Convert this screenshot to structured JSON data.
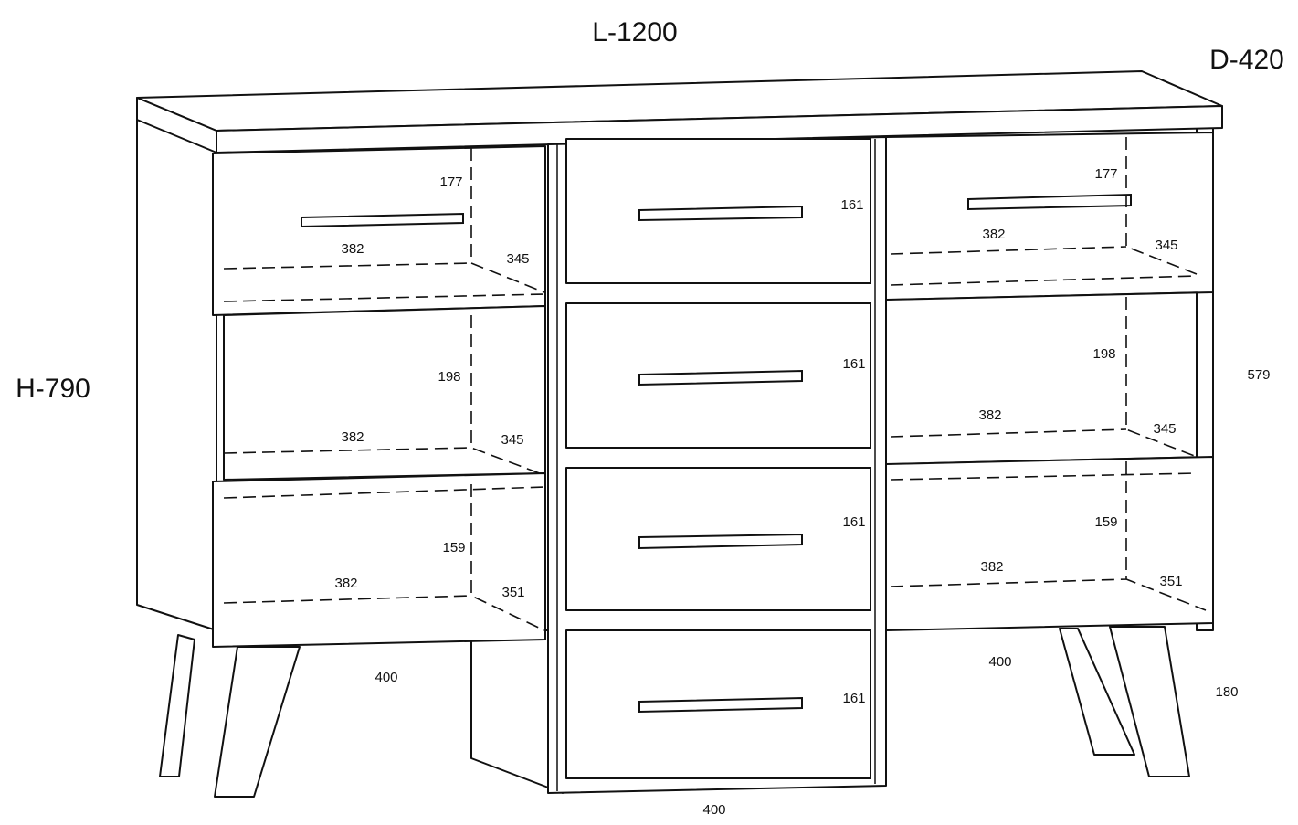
{
  "overall": {
    "length": "L-1200",
    "depth": "D-420",
    "height": "H-790"
  },
  "side_dims": {
    "body_height": "579",
    "leg_height": "180"
  },
  "widths": {
    "left": "400",
    "right": "400",
    "middle": "400"
  },
  "left_column": [
    {
      "height": "177",
      "width": "382",
      "depth": "345"
    },
    {
      "height": "198",
      "width": "382",
      "depth": "345"
    },
    {
      "height": "159",
      "width": "382",
      "depth": "351"
    }
  ],
  "middle_column": [
    {
      "height": "161"
    },
    {
      "height": "161"
    },
    {
      "height": "161"
    },
    {
      "height": "161"
    }
  ],
  "right_column": [
    {
      "height": "177",
      "width": "382",
      "depth": "345"
    },
    {
      "height": "198",
      "width": "382",
      "depth": "345"
    },
    {
      "height": "159",
      "width": "382",
      "depth": "351"
    }
  ]
}
